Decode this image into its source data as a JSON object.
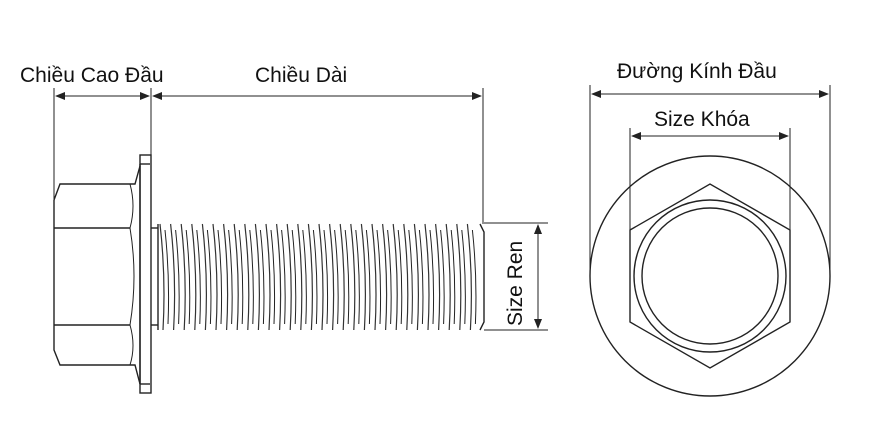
{
  "labels": {
    "head_height": "Chiều Cao Đầu",
    "length": "Chiều Dài",
    "thread_size": "Size Ren",
    "head_diameter": "Đường Kính Đầu",
    "wrench_size": "Size Khóa"
  },
  "colors": {
    "line": "#222222",
    "background": "#ffffff"
  }
}
